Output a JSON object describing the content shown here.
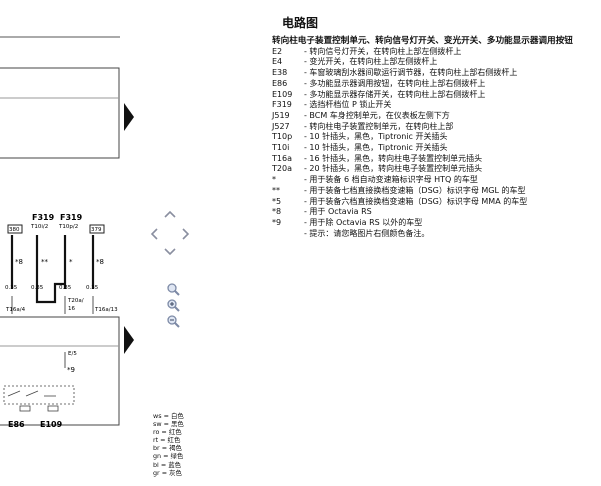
{
  "page": {
    "title": "电路图"
  },
  "legend": {
    "heading": "转向柱电子装置控制单元、转向信号灯开关、变光开关、多功能显示器调用按钮",
    "items": [
      {
        "code": "E2",
        "desc": "- 转向信号灯开关，在转向柱上部左侧拨杆上"
      },
      {
        "code": "E4",
        "desc": "- 变光开关，在转向柱上部左侧拨杆上"
      },
      {
        "code": "E38",
        "desc": "- 车窗玻璃刮水器间歇运行调节器，在转向柱上部右侧拨杆上"
      },
      {
        "code": "E86",
        "desc": "- 多功能显示器调用按钮，在转向柱上部右侧拨杆上"
      },
      {
        "code": "E109",
        "desc": "- 多功能显示器存储开关，在转向柱上部右侧拨杆上"
      },
      {
        "code": "F319",
        "desc": "- 选挡杆档位 P 锁止开关"
      },
      {
        "code": "J519",
        "desc": "- BCM 车身控制单元，在仪表板左侧下方"
      },
      {
        "code": "J527",
        "desc": "- 转向柱电子装置控制单元，在转向柱上部"
      },
      {
        "code": "T10p",
        "desc": "- 10 针插头，黑色，Tiptronic 开关插头"
      },
      {
        "code": "T10i",
        "desc": "- 10 针插头，黑色，Tiptronic 开关插头"
      },
      {
        "code": "T16a",
        "desc": "- 16 针插头，黑色，转向柱电子装置控制单元插头"
      },
      {
        "code": "T20a",
        "desc": "- 20 针插头，黑色，转向柱电子装置控制单元插头"
      },
      {
        "code": "*",
        "desc": "- 用于装备 6 档自动变速箱标识字母 HTQ 的车型"
      },
      {
        "code": "**",
        "desc": "- 用于装备七档直接换档变速箱（DSG）标识字母 MGL 的车型"
      },
      {
        "code": "*5",
        "desc": "- 用于装备六档直接换档变速箱（DSG）标识字母 MMA 的车型"
      },
      {
        "code": "*8",
        "desc": "- 用于 Octavia RS"
      },
      {
        "code": "*9",
        "desc": "- 用于除 Octavia RS 以外的车型"
      }
    ],
    "hint": "- 提示：请您略图片右侧颜色备注。"
  },
  "diagram": {
    "f319_a": "F319",
    "f319_a_pin": "T10i/2",
    "f319_b": "F319",
    "f319_b_pin": "T10p/2",
    "box1": "380",
    "box2": "379",
    "mark1": "*8",
    "mark2": "**",
    "mark3": "*",
    "mark4": "*8",
    "w1": "0.35",
    "w2": "0.35",
    "w3": "0.35",
    "w4": "0.35",
    "t16a4": "T16a/4",
    "t20a": "T20a/",
    "t20a_pin": "16",
    "t16a13": "T16a/13",
    "e5": "E/5",
    "star9": "*9",
    "e86": "E86",
    "e109": "E109"
  },
  "colors": {
    "items": [
      "ws = 白色",
      "sw = 黑色",
      "ro = 红色",
      "rt = 红色",
      "br = 褐色",
      "gn = 绿色",
      "bl = 蓝色",
      "gr = 灰色"
    ]
  },
  "icons": {
    "nav_up": "chevron-up-icon",
    "nav_down": "chevron-down-icon",
    "nav_left": "chevron-left-icon",
    "nav_right": "chevron-right-icon",
    "zoom": "magnifier-icon",
    "zoom_in": "zoom-in-icon",
    "zoom_out": "zoom-out-icon",
    "arrow": "triangle-right-icon"
  }
}
